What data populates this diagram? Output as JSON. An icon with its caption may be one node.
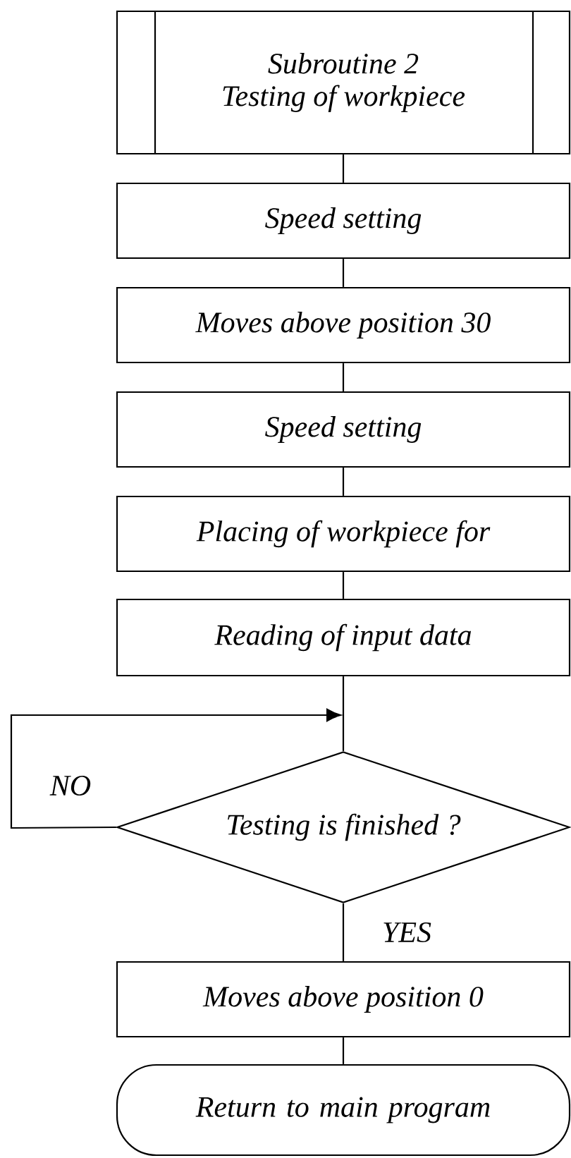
{
  "diagram": {
    "nodes": [
      {
        "text": [
          "*Subroutine* 2",
          "Testing of workpiece"
        ]
      },
      {
        "text": [
          "Speed setting"
        ]
      },
      {
        "text": [
          "*Moves above position* 30"
        ]
      },
      {
        "text": [
          "Speed setting"
        ]
      },
      {
        "text": [
          "Placing of workpiece for"
        ]
      },
      {
        "text": [
          "Reading of input data"
        ]
      },
      {
        "text": [
          "Testing is finished ?"
        ]
      },
      {
        "text": [
          "*Moves above position* 0"
        ]
      },
      {
        "text": [
          "Return to main program"
        ]
      }
    ],
    "edges": [
      {
        "from": 0,
        "to": 1,
        "arrow": "none"
      },
      {
        "from": 1,
        "to": 2,
        "arrow": "none"
      },
      {
        "from": 2,
        "to": 3,
        "arrow": "none"
      },
      {
        "from": 3,
        "to": 4,
        "arrow": "none"
      },
      {
        "from": 4,
        "to": 5,
        "arrow": "none"
      },
      {
        "from": 5,
        "to": 6,
        "arrow": "none"
      },
      {
        "from": 6,
        "to": 6,
        "arrow": "to",
        "label": "NO"
      },
      {
        "from": 6,
        "to": 7,
        "arrow": "none",
        "label": "YES"
      },
      {
        "from": 7,
        "to": 8,
        "arrow": "none"
      }
    ]
  }
}
